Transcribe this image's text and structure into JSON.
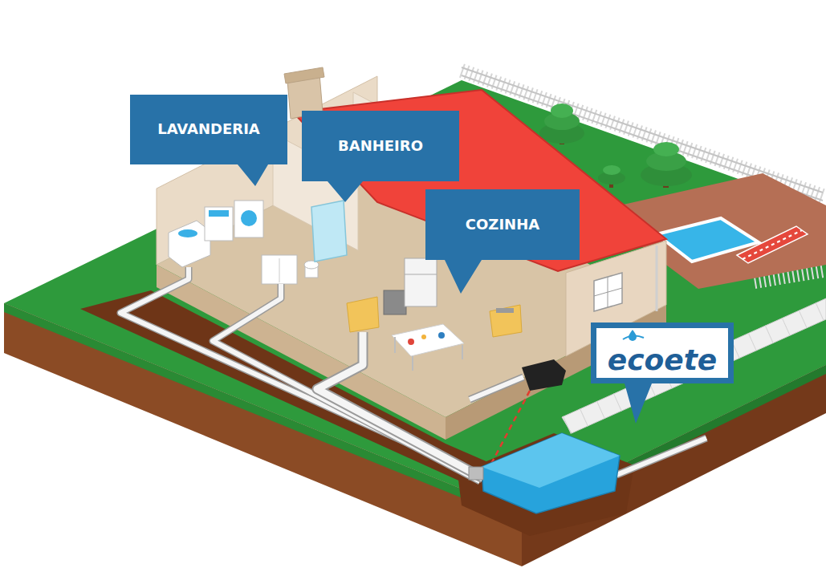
{
  "diagram": {
    "nodes": [
      {
        "text": [
          "LAVANDERIA"
        ]
      },
      {
        "text": [
          "BANHEIRO"
        ]
      },
      {
        "text": [
          "COZINHA"
        ]
      },
      {
        "text": [
          "ecoete"
        ]
      }
    ]
  }
}
